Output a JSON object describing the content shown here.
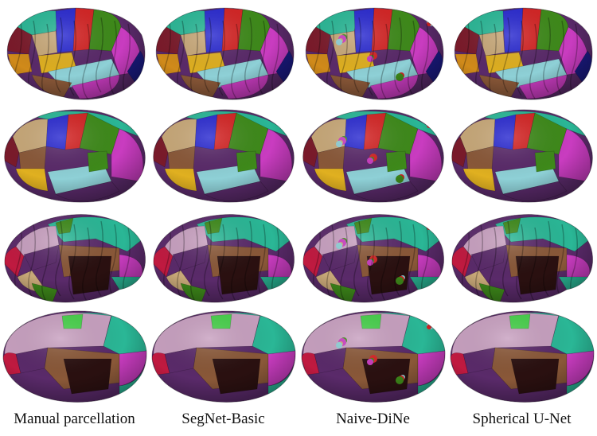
{
  "figure": {
    "columns": [
      {
        "label": "Manual parcellation",
        "method": "manual"
      },
      {
        "label": "SegNet-Basic",
        "method": "segnet"
      },
      {
        "label": "Naive-DiNe",
        "method": "dine"
      },
      {
        "label": "Spherical U-Net",
        "method": "unet"
      }
    ],
    "rows": [
      "lateral-pial",
      "lateral-inflated",
      "medial-pial",
      "medial-inflated"
    ],
    "colors": {
      "blue": "#2a2ad0",
      "red": "#d42424",
      "green": "#3e8a1a",
      "magenta": "#c93cc0",
      "teal": "#2ab796",
      "tan": "#c8a878",
      "orange": "#d08a1a",
      "yellow": "#e0b020",
      "lightblue": "#8ed0d6",
      "brown": "#8a5838",
      "darkpurple": "#5a2a6a",
      "darkred": "#7a1a2a",
      "black": "#2a1010",
      "pink": "#c8a0c0",
      "lime": "#46d04a",
      "navy": "#1a1a80",
      "crimson": "#c01a40"
    }
  }
}
